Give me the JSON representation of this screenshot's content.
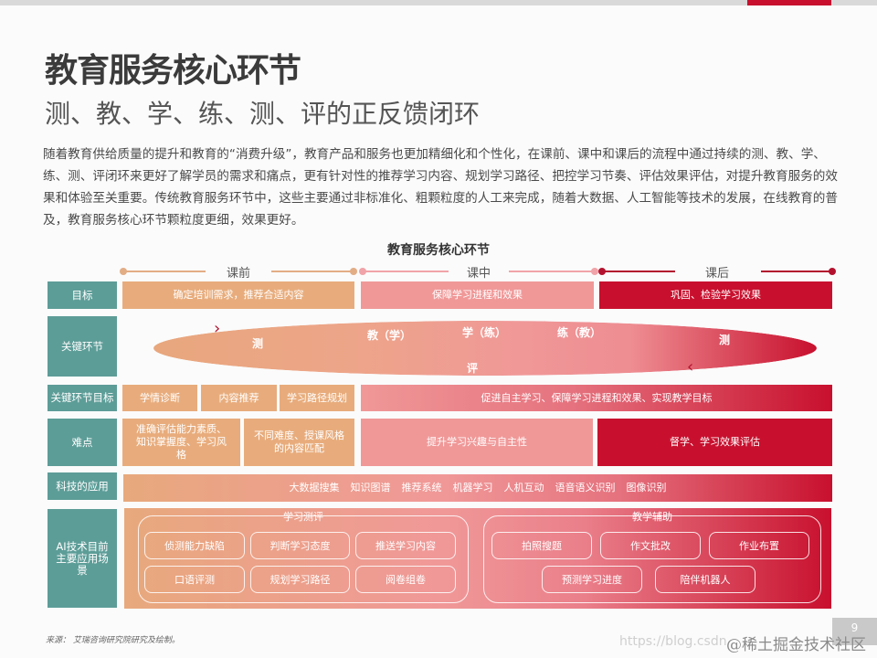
{
  "header": {
    "title": "教育服务核心环节",
    "subtitle": "测、教、学、练、测、评的正反馈闭环",
    "intro": "随着教育供给质量的提升和教育的“消费升级”，教育产品和服务也更加精细化和个性化，在课前、课中和课后的流程中通过持续的测、教、学、练、测、评闭环来更好了解学员的需求和痛点，更有针对性的推荐学习内容、规划学习路径、把控学习节奏、评估效果评估，对提升教育服务的效果和体验至关重要。传统教育服务环节中，这些主要通过非标准化、粗颗粒度的人工来完成，随着大数据、人工智能等技术的发展，在线教育的普及，教育服务核心环节颗粒度更细，效果更好。"
  },
  "diagram": {
    "title": "教育服务核心环节",
    "phases": [
      {
        "label": "课前",
        "color": "#e2ad85"
      },
      {
        "label": "课中",
        "color": "#f0a3a8"
      },
      {
        "label": "课后",
        "color": "#b3122e"
      }
    ],
    "colors": {
      "row_label": "#5d9d98",
      "orange": "#e8ac7c",
      "pink": "#f09898",
      "red": "#c8102e"
    },
    "rows": {
      "goal": {
        "label": "目标",
        "cells": [
          "确定培训需求，推荐合适内容",
          "保障学习进程和效果",
          "巩固、检验学习效果"
        ]
      },
      "key_links": {
        "label": "关键环节",
        "words": [
          "测",
          "教（学）",
          "学（练）",
          "练（教）",
          "测",
          "评"
        ]
      },
      "key_goals": {
        "label": "关键环节目标",
        "cells": [
          "学情诊断",
          "内容推荐",
          "学习路径规划",
          "促进自主学习、保障学习进程和效果、实现教学目标"
        ]
      },
      "difficulty": {
        "label": "难点",
        "cells": [
          "准确评估能力素质、知识掌握度、学习风格",
          "不同难度、授课风格的内容匹配",
          "提升学习兴趣与自主性",
          "督学、学习效果评估"
        ]
      },
      "tech": {
        "label": "科技的应用",
        "items": [
          "大数据搜集",
          "知识图谱",
          "推荐系统",
          "机器学习",
          "人机互动",
          "语音语义识别",
          "图像识别"
        ]
      },
      "ai": {
        "label": "AI技术目前主要应用场景",
        "groups": [
          {
            "title": "学习测评",
            "items": [
              "侦测能力缺陷",
              "判断学习态度",
              "推送学习内容",
              "口语评测",
              "规划学习路径",
              "阅卷组卷"
            ]
          },
          {
            "title": "教学辅助",
            "items": [
              "拍照搜题",
              "作文批改",
              "作业布置",
              "预测学习进度",
              "陪伴机器人"
            ]
          }
        ]
      }
    }
  },
  "footer": {
    "source": "来源：   艾瑞咨询研究院研究及绘制。",
    "page_number": "9",
    "watermark_url": "https://blog.csdn",
    "watermark": "@稀土掘金技术社区"
  }
}
